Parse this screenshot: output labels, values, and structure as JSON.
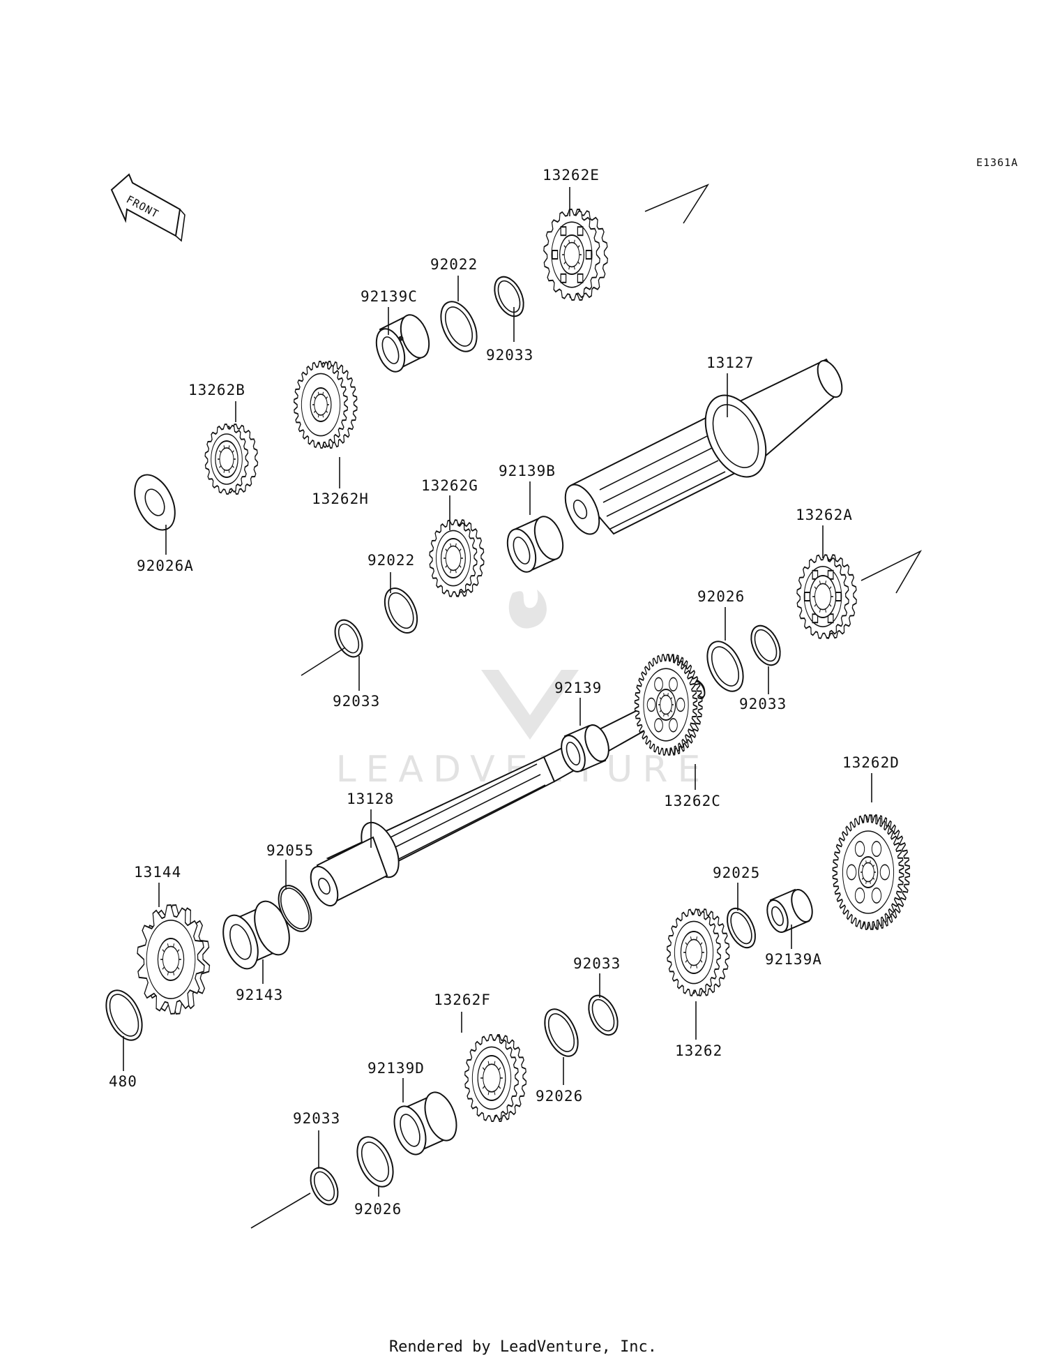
{
  "diagram_code": "E1361A",
  "front_label": "FRONT",
  "watermark": "LEADVENTURE",
  "footer": "Rendered by LeadVenture, Inc.",
  "parts": [
    {
      "id": "p01",
      "text": "13262E"
    },
    {
      "id": "p02",
      "text": "92022"
    },
    {
      "id": "p03",
      "text": "92139C"
    },
    {
      "id": "p04",
      "text": "92033"
    },
    {
      "id": "p05",
      "text": "13127"
    },
    {
      "id": "p06",
      "text": "13262B"
    },
    {
      "id": "p07",
      "text": "13262H"
    },
    {
      "id": "p08",
      "text": "92026A"
    },
    {
      "id": "p09",
      "text": "92139B"
    },
    {
      "id": "p10",
      "text": "13262G"
    },
    {
      "id": "p11",
      "text": "92022"
    },
    {
      "id": "p12",
      "text": "92033"
    },
    {
      "id": "p13",
      "text": "13262A"
    },
    {
      "id": "p14",
      "text": "92026"
    },
    {
      "id": "p15",
      "text": "92033"
    },
    {
      "id": "p16",
      "text": "92139"
    },
    {
      "id": "p17",
      "text": "13262C"
    },
    {
      "id": "p18",
      "text": "13262D"
    },
    {
      "id": "p19",
      "text": "13128"
    },
    {
      "id": "p20",
      "text": "92055"
    },
    {
      "id": "p21",
      "text": "13144"
    },
    {
      "id": "p22",
      "text": "92143"
    },
    {
      "id": "p23",
      "text": "480"
    },
    {
      "id": "p24",
      "text": "92025"
    },
    {
      "id": "p25",
      "text": "92139A"
    },
    {
      "id": "p26",
      "text": "92033"
    },
    {
      "id": "p27",
      "text": "13262F"
    },
    {
      "id": "p28",
      "text": "13262"
    },
    {
      "id": "p29",
      "text": "92139D"
    },
    {
      "id": "p30",
      "text": "92026"
    },
    {
      "id": "p31",
      "text": "92033"
    },
    {
      "id": "p32",
      "text": "92026"
    }
  ]
}
